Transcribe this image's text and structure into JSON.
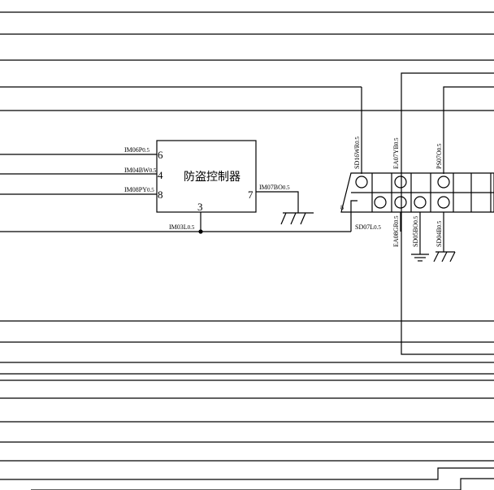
{
  "controller": {
    "title": "防盗控制器",
    "pins": {
      "p6": "6",
      "p4": "4",
      "p8": "8",
      "p3": "3",
      "p7": "7"
    }
  },
  "wire_labels": {
    "in_top": "IM06P",
    "in_top_size": "0.5",
    "in_mid": "IM04BW",
    "in_mid_size": "0.5",
    "in_bot": "IM08PY",
    "in_bot_size": "0.5",
    "pin3": "IM03L",
    "pin3_size": "0.5",
    "pin7": "IM07BO",
    "pin7_size": "0.5",
    "conn_top_1": "SD16WR",
    "conn_top_1_size": "0.5",
    "conn_top_2": "EA07YB",
    "conn_top_2_size": "0.5",
    "conn_top_3": "PS07O",
    "conn_top_3_size": "0.5",
    "conn_left": "SD07L",
    "conn_left_size": "0.5",
    "conn_bot_1": "EA08GR",
    "conn_bot_1_size": "0.5",
    "conn_bot_2": "SD05BO",
    "conn_bot_2_size": "0.5",
    "conn_bot_3": "SD04B",
    "conn_bot_3_size": "0.5"
  },
  "connector": {
    "corner_label": "8"
  }
}
